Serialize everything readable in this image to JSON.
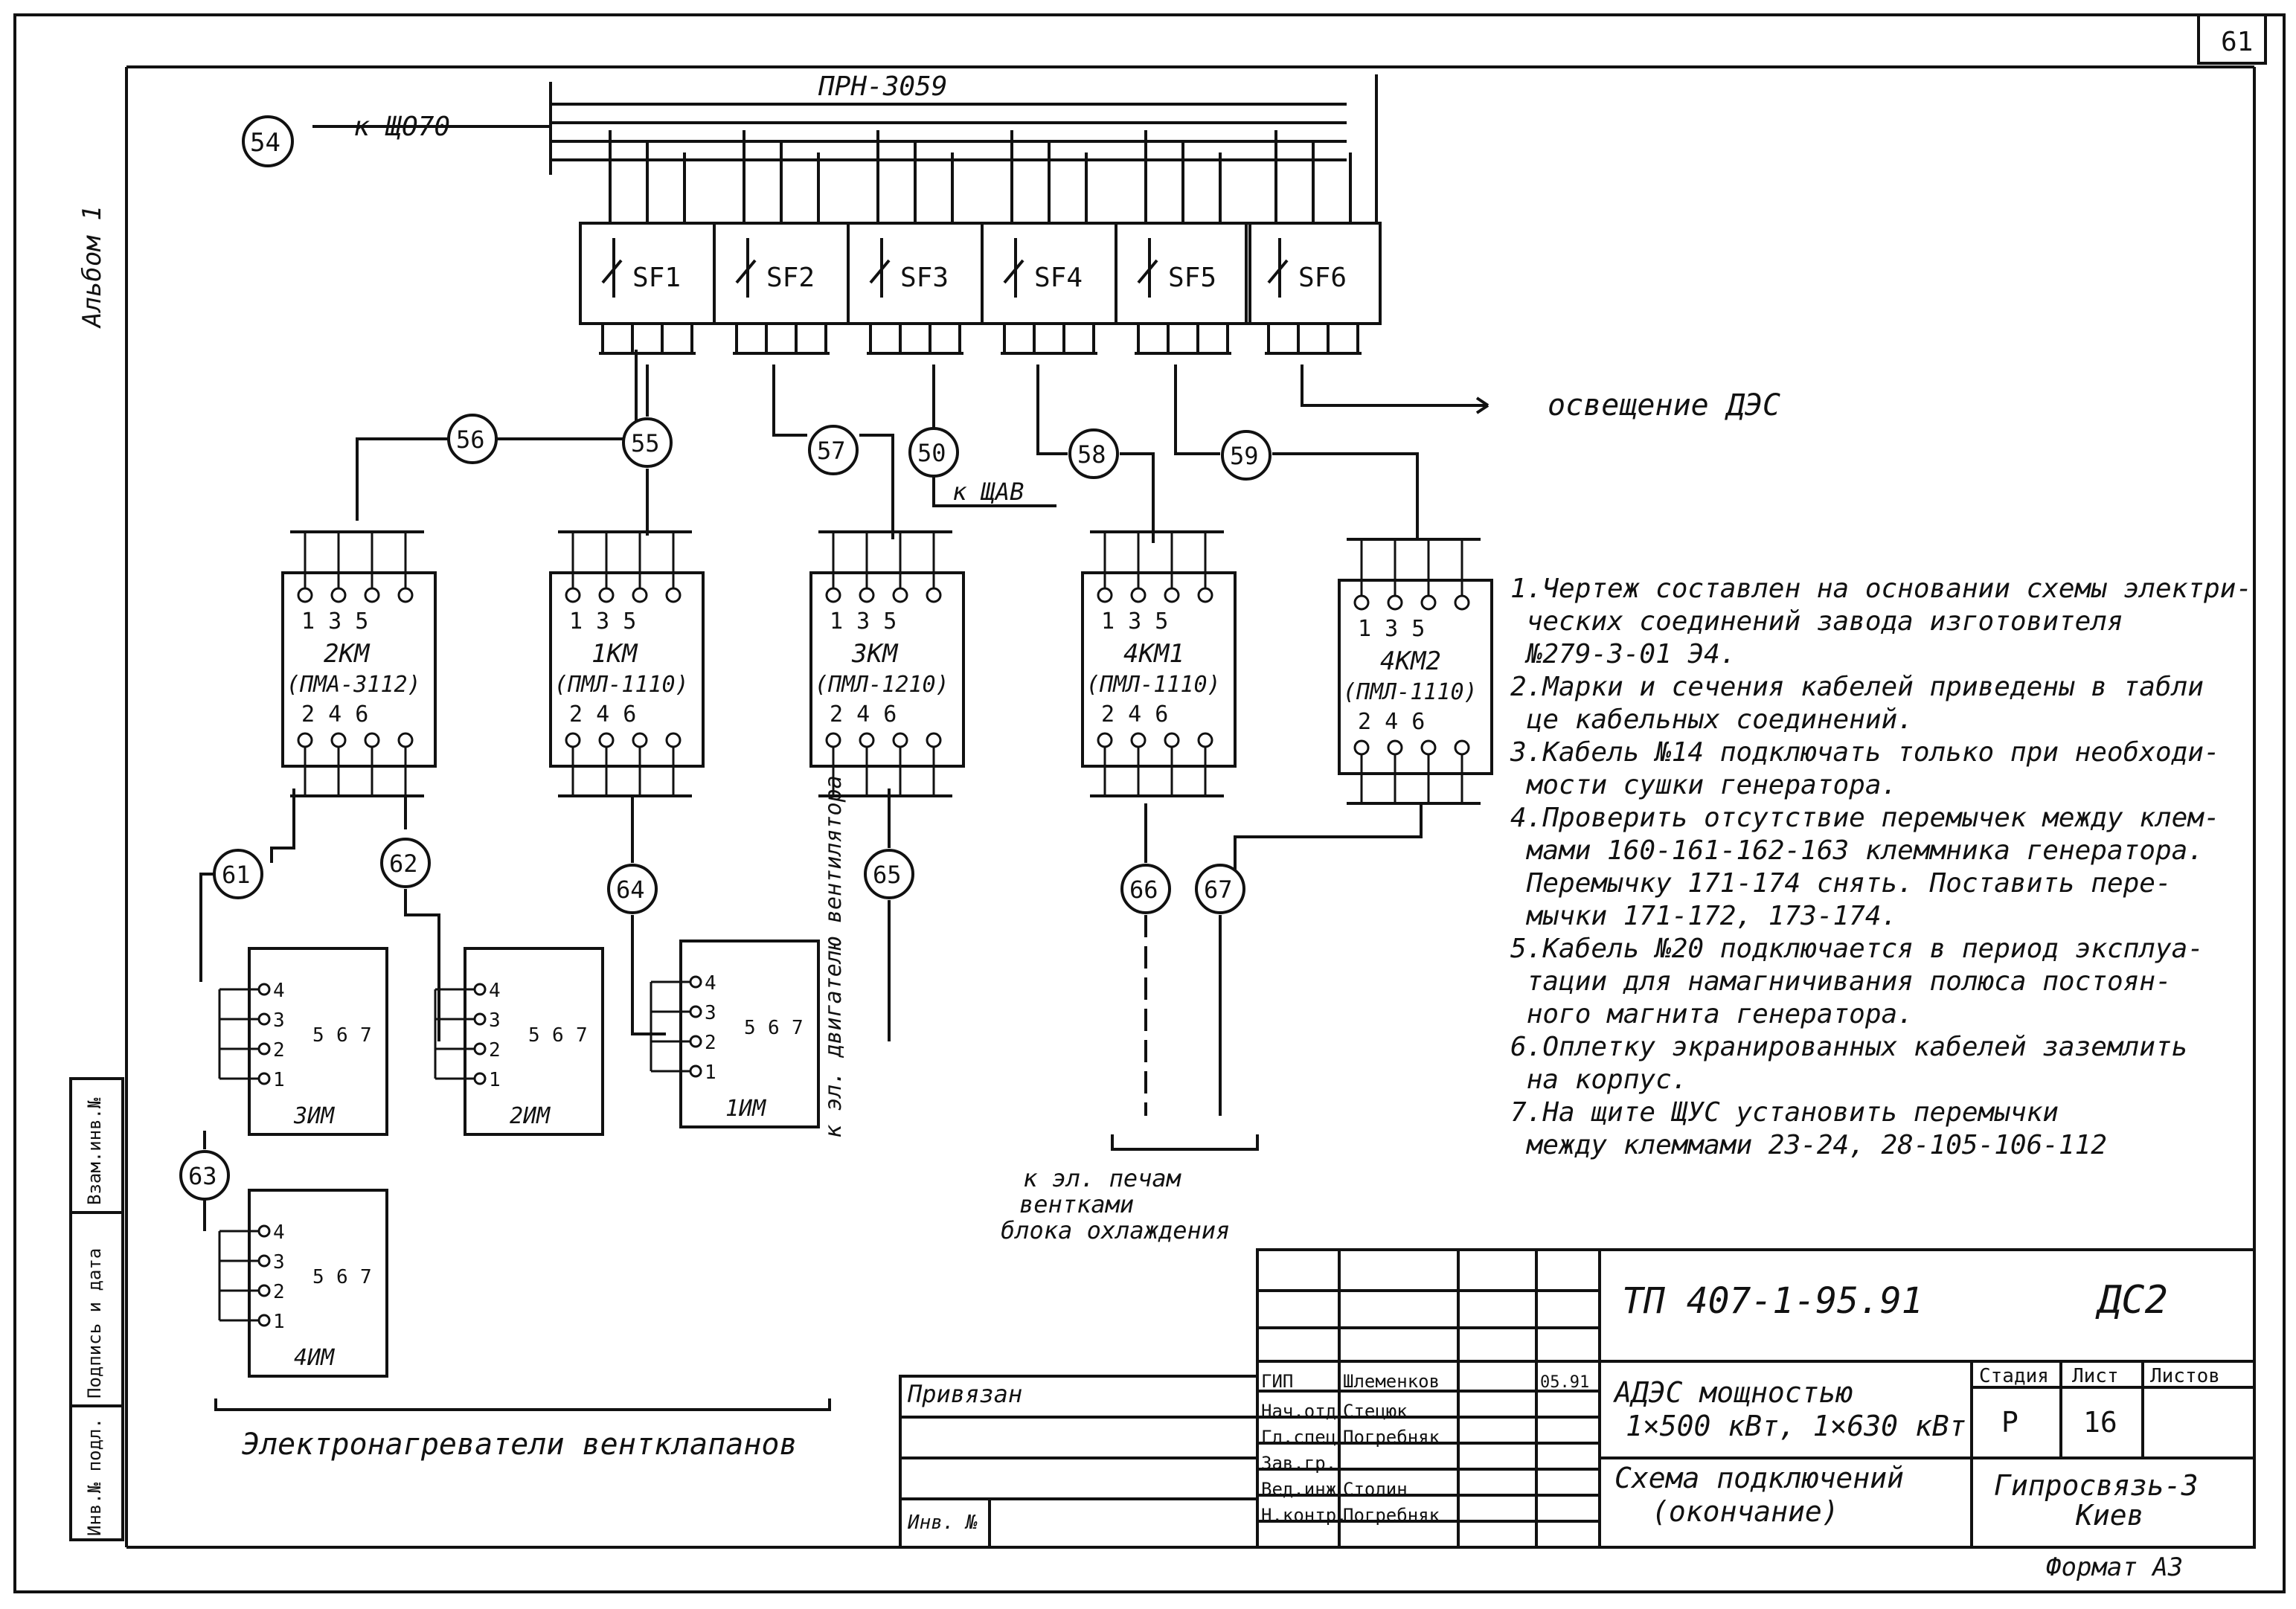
{
  "sheet_number": "61",
  "album_label": "Альбом 1",
  "panel_label": "ПРН-3059",
  "feeder_in": {
    "circle": "54",
    "label": "к ЩО70"
  },
  "breakers": [
    "SF1",
    "SF2",
    "SF3",
    "SF4",
    "SF5",
    "SF6"
  ],
  "lighting_output": "освещение ДЭС",
  "circles": {
    "c56": "56",
    "c55": "55",
    "c57": "57",
    "c50": "50",
    "c58": "58",
    "c59": "59",
    "c61": "61",
    "c62": "62",
    "c64": "64",
    "c65": "65",
    "c66": "66",
    "c67": "67",
    "c63": "63"
  },
  "k_shav": "к ЩАВ",
  "contactors": [
    {
      "name": "2КМ",
      "type": "(ПМА-3112)",
      "top": "1 3 5",
      "bottom": "2 4 6"
    },
    {
      "name": "1КМ",
      "type": "(ПМЛ-1110)",
      "top": "1 3 5",
      "bottom": "2 4 6"
    },
    {
      "name": "3КМ",
      "type": "(ПМЛ-1210)",
      "top": "1 3 5",
      "bottom": "2 4 6"
    },
    {
      "name": "4КМ1",
      "type": "(ПМЛ-1110)",
      "top": "1 3 5",
      "bottom": "2 4 6"
    },
    {
      "name": "4КМ2",
      "type": "(ПМЛ-1110)",
      "top": "1 3 5",
      "bottom": "2 4 6"
    }
  ],
  "heaters": [
    "3ИМ",
    "2ИМ",
    "1ИМ",
    "4ИМ"
  ],
  "terminal_labels": {
    "t1": "1",
    "t2": "2",
    "t3": "3",
    "t4": "4",
    "t5": "5",
    "t6": "6",
    "t7": "7"
  },
  "fan_motor_label": "к эл. двигателю вентилятора",
  "pump_label": [
    "к эл. печам",
    "вентками",
    "блока охлаждения"
  ],
  "heaters_caption": "Электронагреватели вентклапанов",
  "notes": [
    "1.Чертеж составлен на основании схемы электри-\n ческих соединений завода изготовителя\n №279-3-01 Э4.",
    "2.Марки и сечения кабелей приведены в табли\n це кабельных соединений.",
    "3.Кабель №14 подключать только при необходи-\n мости сушки генератора.",
    "4.Проверить отсутствие перемычек между клем-\n мами 160-161-162-163 клеммника генератора.\n Перемычку 171-174 снять. Поставить пере-\n мычки 171-172, 173-174.",
    "5.Кабель №20 подключается в период эксплуа-\n тации для намагничивания полюса постоян-\n ного магнита генератора.",
    "6.Оплетку экранированных кабелей заземлить\n на корпус.",
    "7.На щите ЩУС установить перемычки\n между клеммами 23-24, 28-105-106-112"
  ],
  "title_block": {
    "doc_code": "ТП 407-1-95.91",
    "sheet_code": "ДС2",
    "project": [
      "АДЭС мощностью",
      "1×500 кВт, 1×630 кВт"
    ],
    "sheet_title": [
      "Схема подключений",
      "(окончание)"
    ],
    "stage_header": "Стадия",
    "sheet_header": "Лист",
    "sheets_header": "Листов",
    "stage": "Р",
    "sheet": "16",
    "org": [
      "Гипросвязь-3",
      "Киев"
    ],
    "format": "Формат А3",
    "bound": "Привязан",
    "inv_no": "Инв. №",
    "roles": [
      {
        "role": "ГИП",
        "name": "Шлеменков",
        "date": "05.91"
      },
      {
        "role": "Нач.отд",
        "name": "Стецюк",
        "date": ""
      },
      {
        "role": "Гл.спец",
        "name": "Погребняк",
        "date": ""
      },
      {
        "role": "Зав.гр.",
        "name": "",
        "date": ""
      },
      {
        "role": "Вед.инж",
        "name": "Столин",
        "date": ""
      },
      {
        "role": "Н.контр.",
        "name": "Погребняк",
        "date": ""
      }
    ],
    "side_stamps": [
      "Инв.№ подл.",
      "Подпись и дата",
      "Взам.инв.№"
    ]
  }
}
